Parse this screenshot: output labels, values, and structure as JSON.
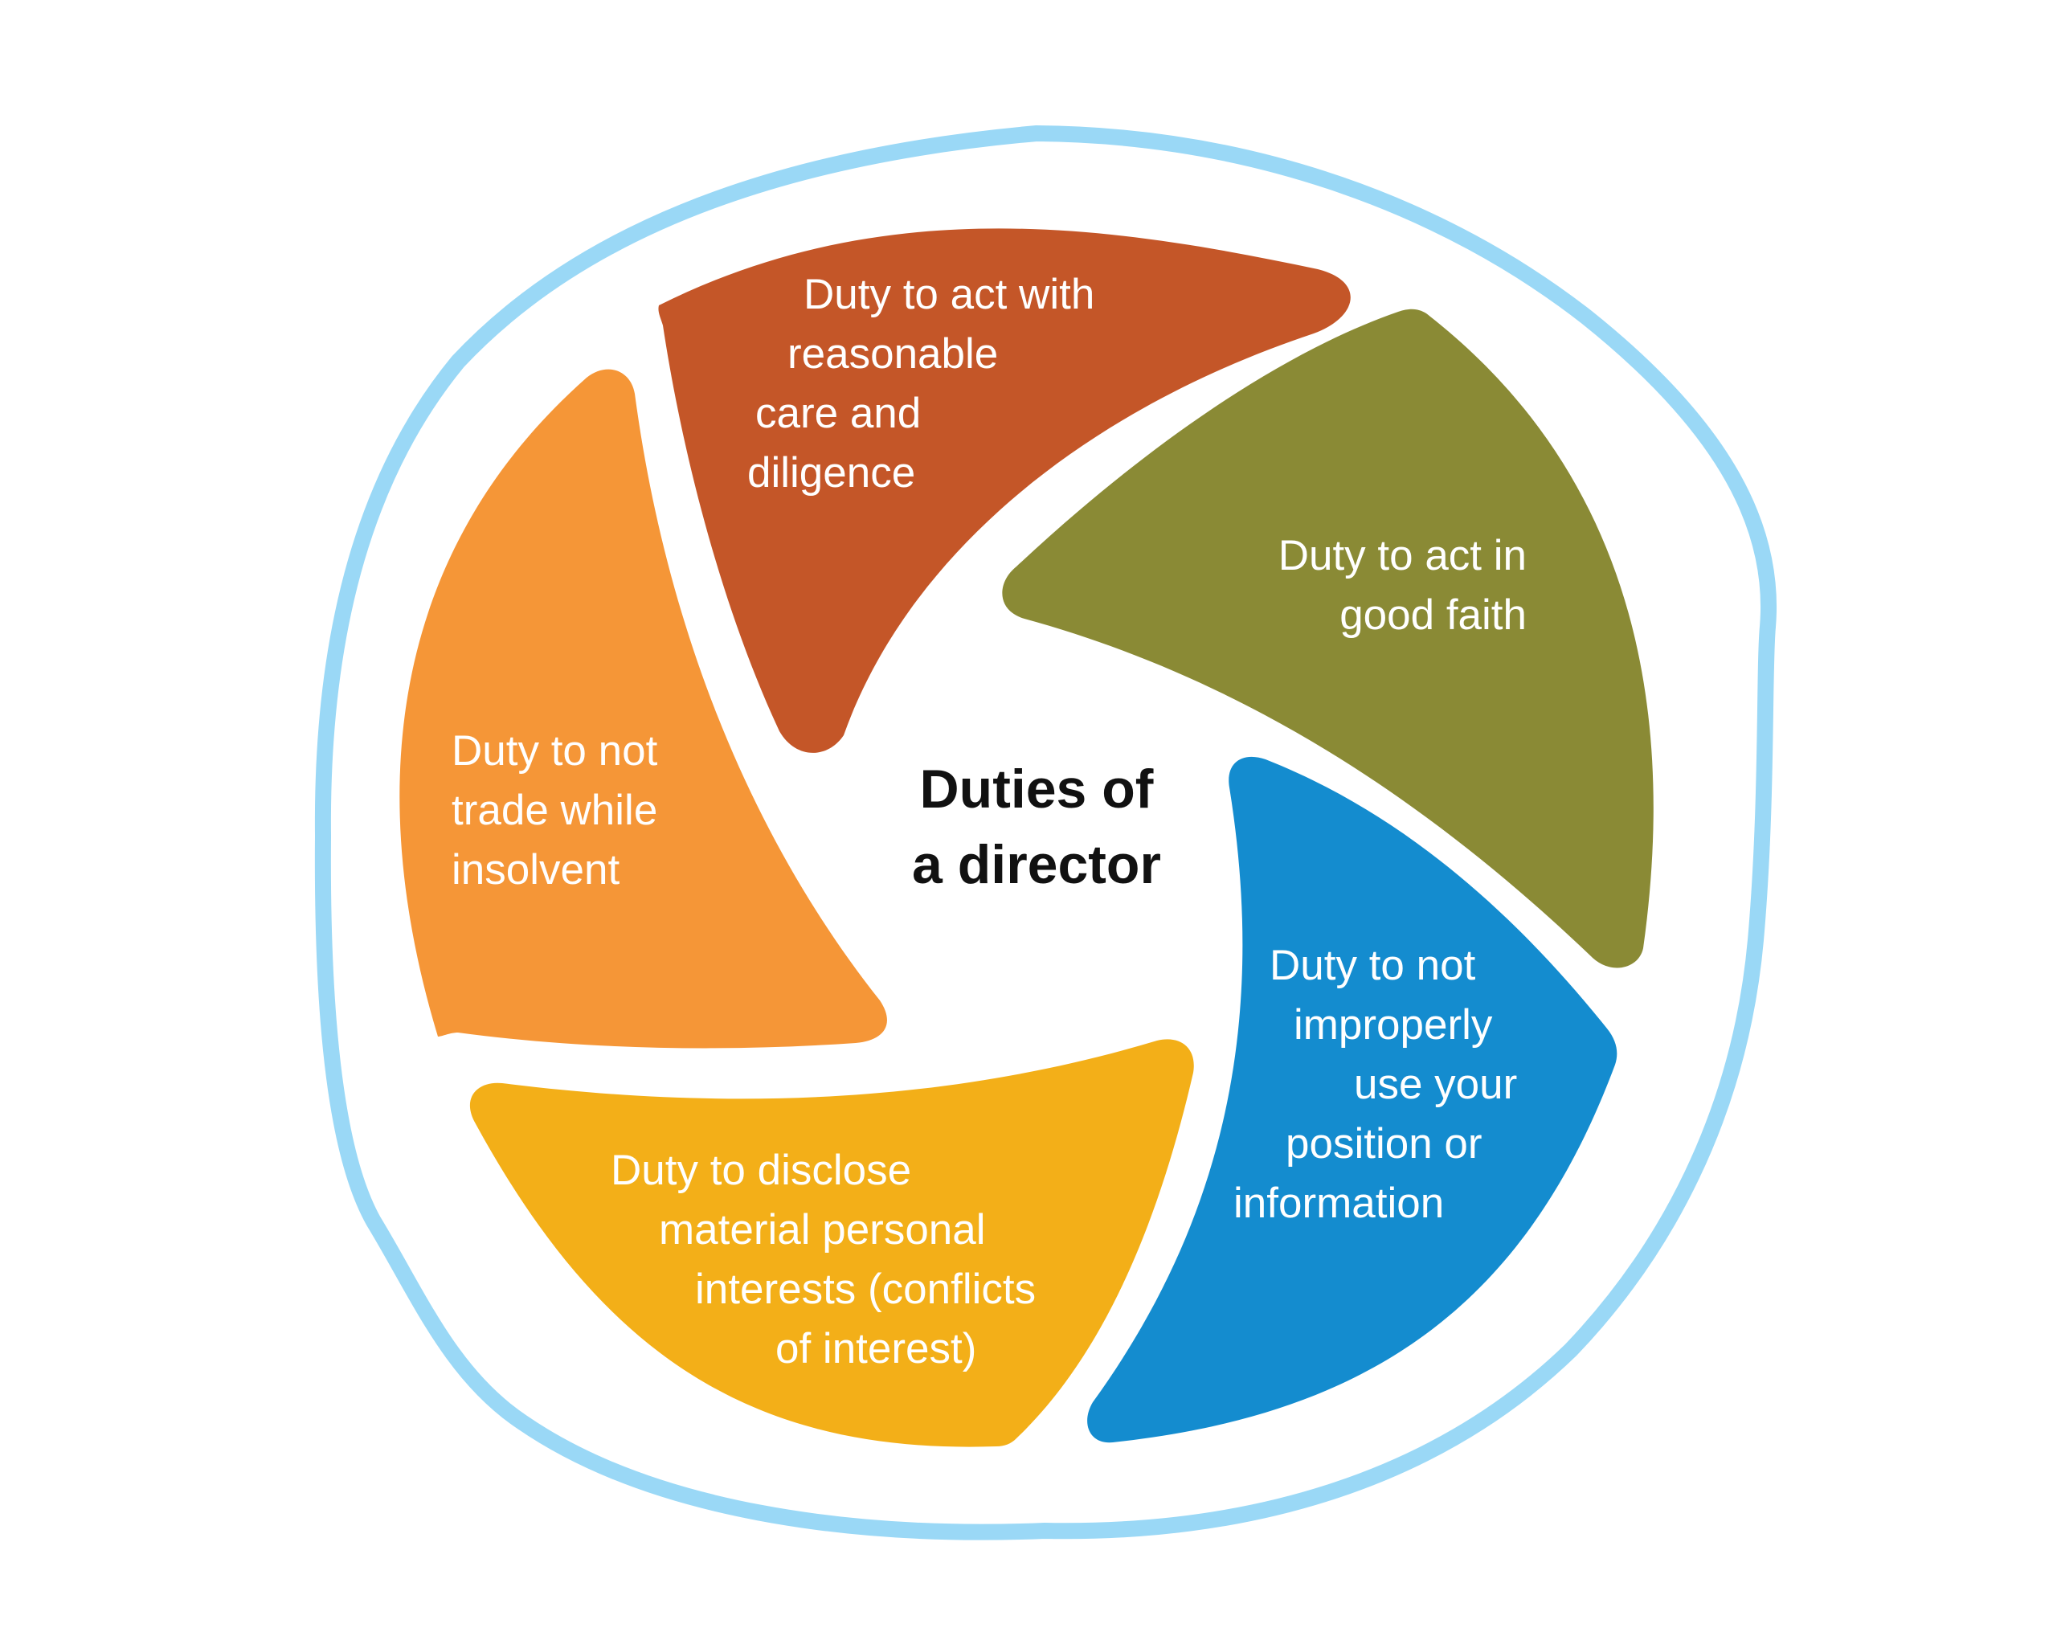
{
  "center": {
    "lines": [
      "Duties of",
      "a director"
    ]
  },
  "segments": [
    {
      "id": "care",
      "color": "#C45628",
      "lines": [
        "Duty to act with",
        "reasonable",
        "care and",
        "diligence"
      ]
    },
    {
      "id": "faith",
      "color": "#8A8A35",
      "lines": [
        "Duty to act in",
        "good faith"
      ]
    },
    {
      "id": "position",
      "color": "#148CCF",
      "lines": [
        "Duty to not",
        "improperly",
        "use your",
        "position or",
        "information"
      ]
    },
    {
      "id": "disclose",
      "color": "#F3AF18",
      "lines": [
        "Duty to disclose",
        "material personal",
        "interests (conflicts",
        "of interest)"
      ]
    },
    {
      "id": "insolvent",
      "color": "#F59637",
      "lines": [
        "Duty to not",
        "trade while",
        "insolvent"
      ]
    }
  ],
  "ring": {
    "color": "#9AD8F6"
  }
}
